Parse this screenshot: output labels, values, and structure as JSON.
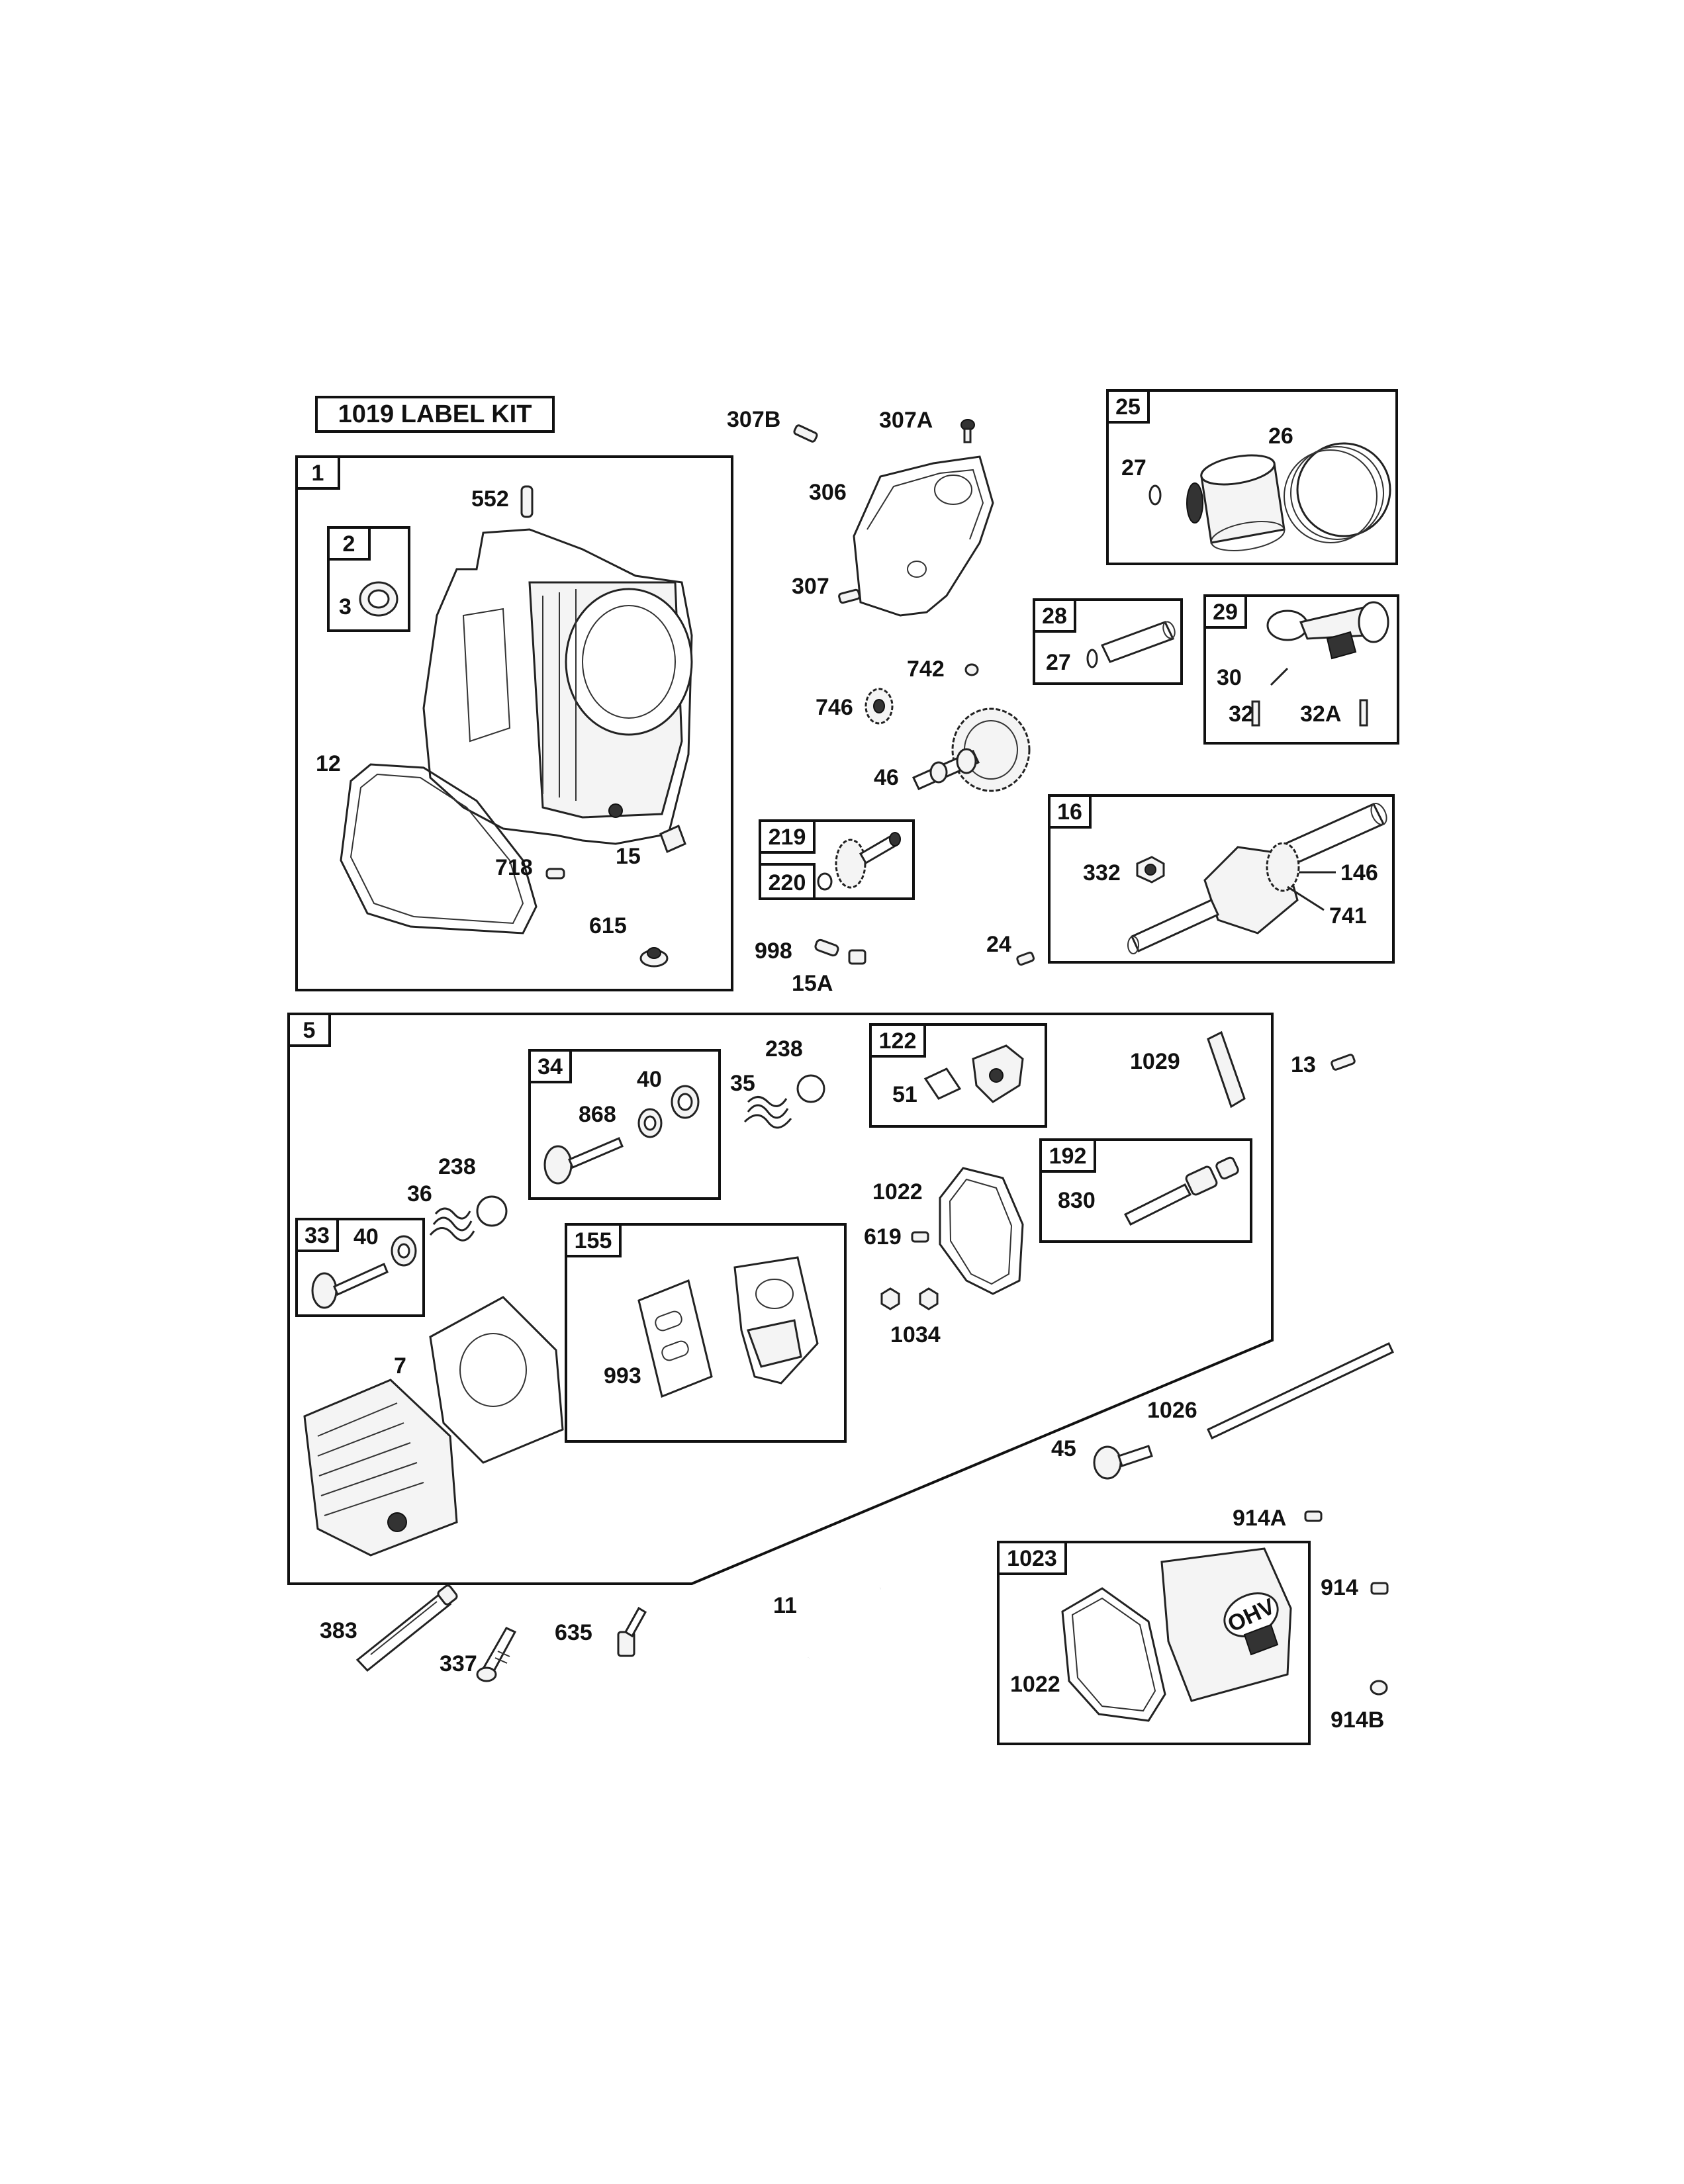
{
  "label_kit": "1019 LABEL KIT",
  "groups": {
    "g1": "1",
    "g2": "2",
    "g25": "25",
    "g28": "28",
    "g29": "29",
    "g16": "16",
    "g219": "219",
    "g5": "5",
    "g34": "34",
    "g122": "122",
    "g192": "192",
    "g33": "33",
    "g155": "155",
    "g1023": "1023"
  },
  "callouts": {
    "p307B": "307B",
    "p307A": "307A",
    "p306": "306",
    "p307": "307",
    "p552": "552",
    "p3": "3",
    "p12": "12",
    "p718": "718",
    "p15": "15",
    "p615": "615",
    "p27a": "27",
    "p26": "26",
    "p27b": "27",
    "p30": "30",
    "p32": "32",
    "p32A": "32A",
    "p742": "742",
    "p746": "746",
    "p46": "46",
    "p220": "220",
    "p998": "998",
    "p15A": "15A",
    "p24": "24",
    "p332": "332",
    "p146": "146",
    "p741": "741",
    "p238a": "238",
    "p40a": "40",
    "p868": "868",
    "p35": "35",
    "p51": "51",
    "p1029": "1029",
    "p13": "13",
    "p238b": "238",
    "p36": "36",
    "p40b": "40",
    "p1022a": "1022",
    "p830": "830",
    "p619": "619",
    "p1034": "1034",
    "p993": "993",
    "p7": "7",
    "p1026": "1026",
    "p45": "45",
    "p914A": "914A",
    "p914": "914",
    "p914B": "914B",
    "p1022b": "1022",
    "p383": "383",
    "p337": "337",
    "p635": "635",
    "p11": "11"
  },
  "cover_logo_text": "OHV"
}
